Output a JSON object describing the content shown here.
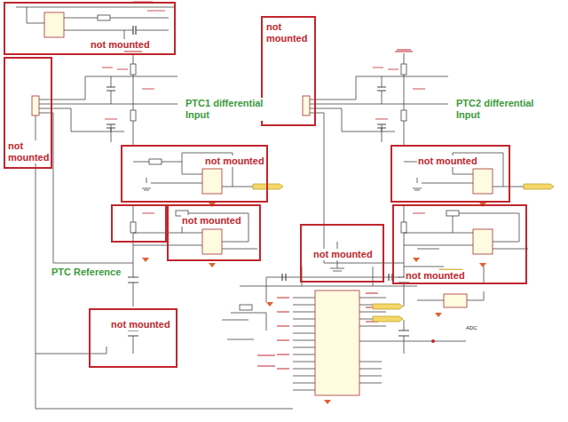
{
  "diagram": {
    "nodes": [
      {
        "text": [
          "not mounted"
        ]
      },
      {
        "text": [
          "not mounted"
        ]
      },
      {
        "text": [
          "not mounted"
        ]
      },
      {
        "text": [
          "not mounted"
        ]
      },
      {
        "text": [
          "not mounted"
        ]
      },
      {
        "text": [
          "not mounted"
        ]
      },
      {
        "text": [
          "not mounted"
        ]
      },
      {
        "text": [
          "not mounted"
        ]
      },
      {
        "text": [
          "not mounted"
        ]
      }
    ],
    "labels": [
      "PTC1 differential Input",
      "PTC2 differential Input",
      "PTC Reference",
      "ADC"
    ]
  }
}
